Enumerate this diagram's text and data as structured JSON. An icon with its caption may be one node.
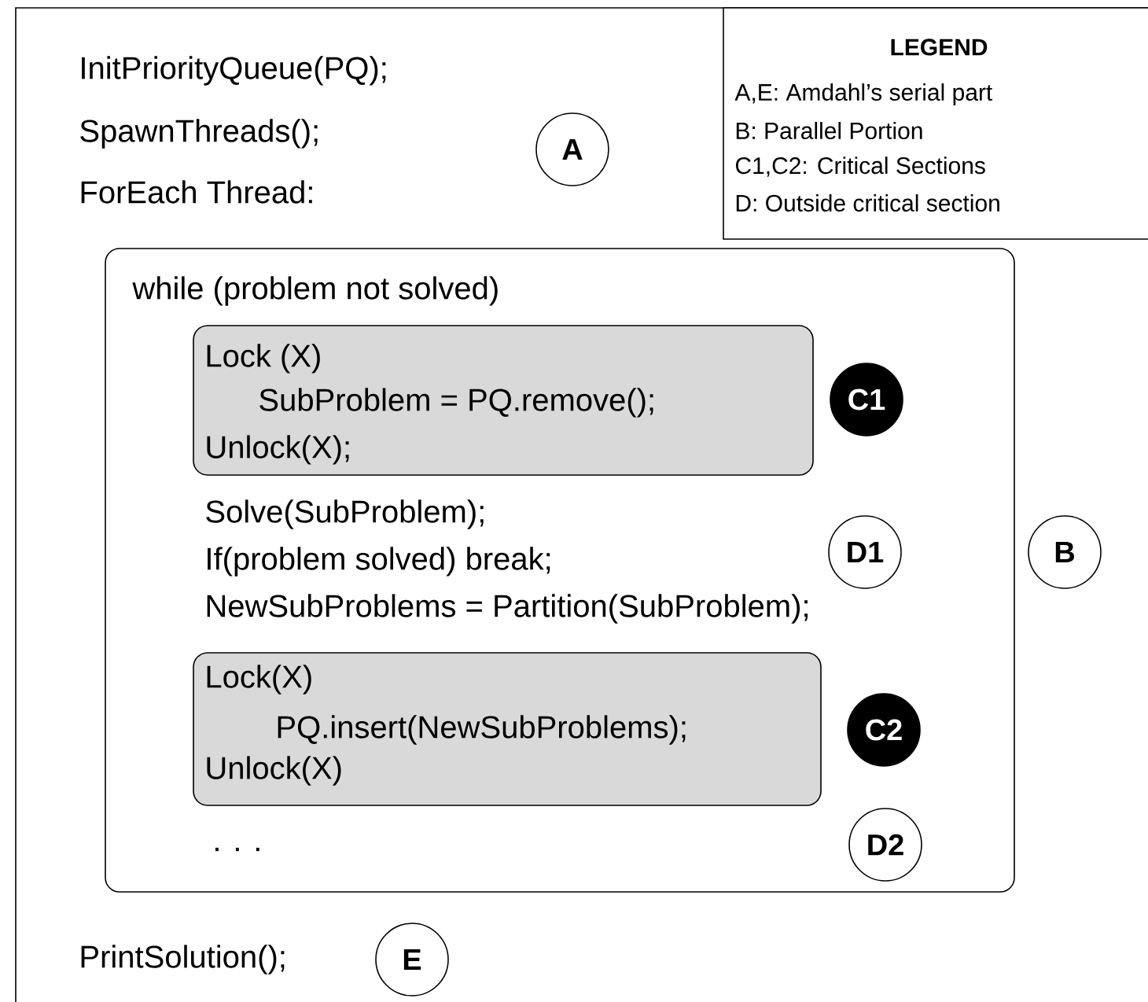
{
  "diagram": {
    "nodes": [
      {
        "text": [
          "InitPriorityQueue(PQ);",
          "SpawnThreads();",
          "ForEach Thread:",
          "PrintSolution();"
        ]
      },
      {
        "text": [
          "A"
        ],
        "in": 0
      },
      {
        "text": [
          "LEGEND",
          "A,E:  Amdahl’s serial part",
          "B:  Parallel Portion",
          "C1,C2: Critical Sections",
          "D: Outside critical section"
        ],
        "in": 0
      },
      {
        "text": [
          "while (problem not solved)",
          "Solve(SubProblem);",
          "If(problem solved) break;",
          "NewSubProblems = Partition(SubProblem);",
          ". . ."
        ],
        "in": 0
      },
      {
        "text": [
          "Lock (X)",
          "SubProblem = PQ.remove();",
          "Unlock(X);"
        ],
        "in": 3
      },
      {
        "text": [
          "C1"
        ],
        "in": 3
      },
      {
        "text": [
          "D1"
        ],
        "in": 3
      },
      {
        "text": [
          "Lock(X)",
          "PQ.insert(NewSubProblems);",
          "Unlock(X)"
        ],
        "in": 3
      },
      {
        "text": [
          "C2"
        ],
        "in": 3
      },
      {
        "text": [
          "D2"
        ],
        "in": 3
      },
      {
        "text": [
          "B"
        ],
        "in": 0
      },
      {
        "text": [
          "E"
        ],
        "in": 0
      }
    ],
    "edges": []
  }
}
